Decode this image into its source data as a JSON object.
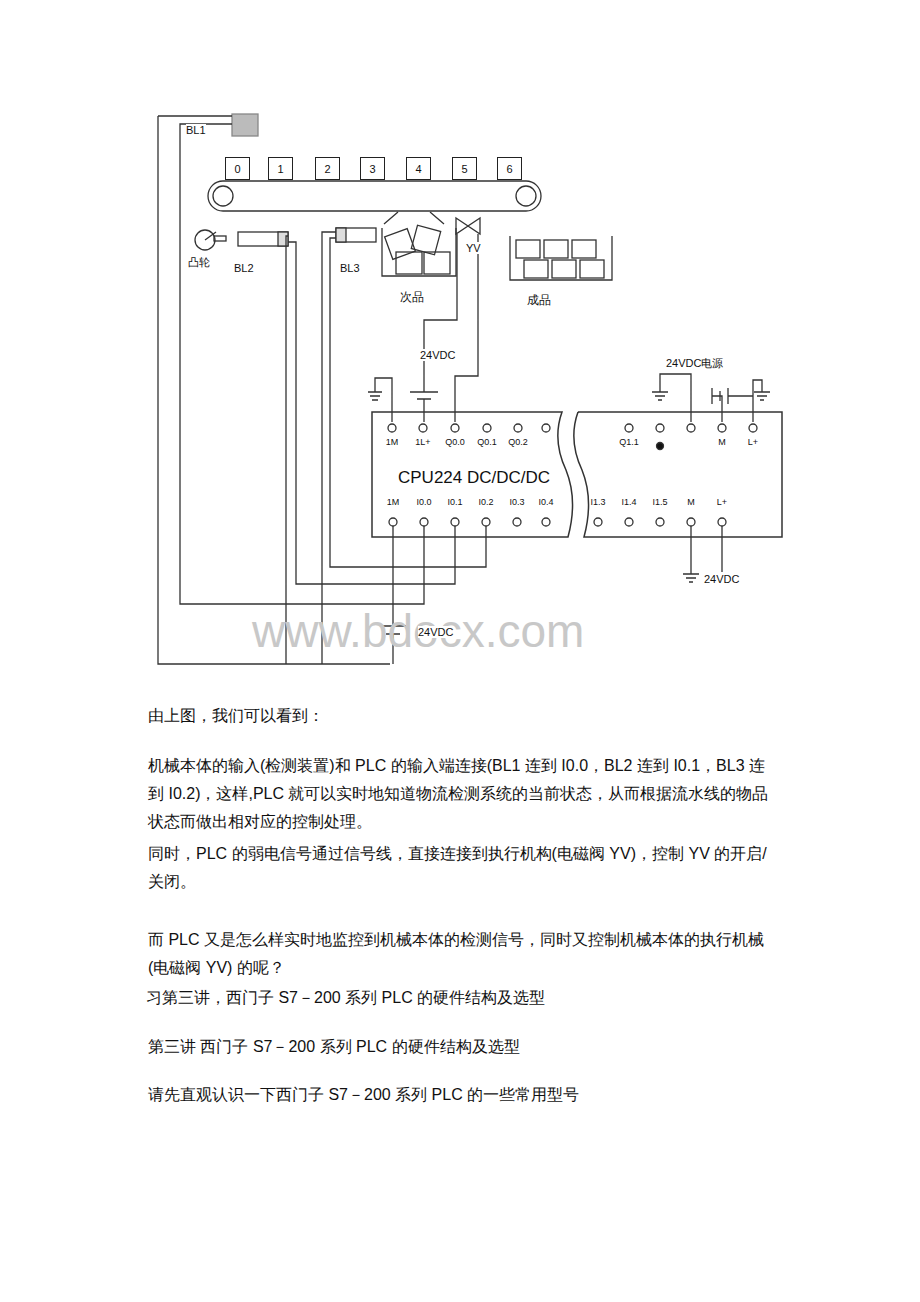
{
  "diagram": {
    "nodes": [
      {
        "text": [
          "0"
        ]
      },
      {
        "text": [
          "1"
        ]
      },
      {
        "text": [
          "2"
        ]
      },
      {
        "text": [
          "3"
        ]
      },
      {
        "text": [
          "4"
        ]
      },
      {
        "text": [
          "5"
        ]
      },
      {
        "text": [
          "6"
        ]
      },
      {
        "text": [
          "CPU224 DC/DC/DC"
        ]
      }
    ],
    "labels": [
      "BL1",
      "凸轮",
      "BL2",
      "BL3",
      "次品",
      "YV",
      "成品",
      "24VDC",
      "24VDC电源",
      "1M",
      "1L+",
      "Q0.0",
      "Q0.1",
      "Q0.2",
      "Q1.1",
      "M",
      "L+",
      "1M",
      "I0.0",
      "I0.1",
      "I0.2",
      "I0.3",
      "I0.4",
      "I1.3",
      "I1.4",
      "I1.5",
      "M",
      "L+",
      "24VDC",
      "24VDC",
      "www.bdocx.com",
      "由上图，我们可以看到：",
      "机械本体的输入(检测装置)和 PLC 的输入端连接(BL1 连到 I0.0，BL2 连到 I0.1，BL3 连到 I0.2)，这样,PLC 就可以实时地知道物流检测系统的当前状态，从而根据流水线的物品状态而做出相对应的控制处理。",
      "同时，PLC 的弱电信号通过信号线，直接连接到执行机构(电磁阀 YV)，控制 YV 的开启/关闭。",
      "而 PLC 又是怎么样实时地监控到机械本体的检测信号，同时又控制机械本体的执行机械(电磁阀 YV) 的呢？",
      "习第三讲，西门子 S7－200 系列 PLC 的硬件结构及选型",
      "第三讲 西门子 S7－200 系列 PLC 的硬件结构及选型",
      "请先直观认识一下西门子 S7－200 系列 PLC 的一些常用型号"
    ]
  }
}
